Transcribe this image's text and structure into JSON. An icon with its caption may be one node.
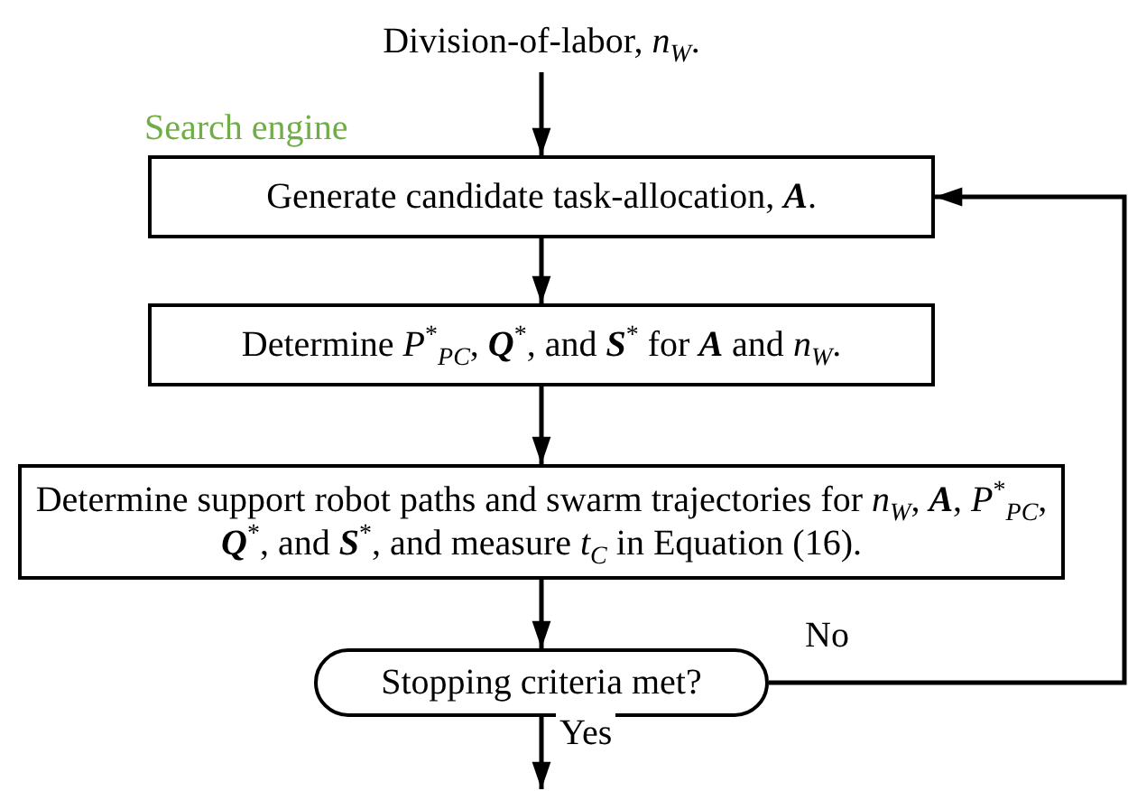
{
  "diagram": {
    "nodes": [
      {
        "text": [
          "Division-of-labor, *n*$_{W}$."
        ]
      },
      {
        "text": [
          "Generate candidate task-allocation, **A**."
        ]
      },
      {
        "text": [
          "Determine *P*$^{*}$$_{PC}$, **Q**$^{*}$, and **S**$^{*}$ for **A** and *n*$_{W}$."
        ]
      },
      {
        "text": [
          "Determine support robot paths and swarm trajectories for *n*$_{W}$, **A**, *P*$^{*}$$_{PC}$, **Q**$^{*}$, and **S**$^{*}$, and measure *t*$_{C}$ in Equation (16)."
        ]
      },
      {
        "text": [
          "Stopping criteria met?"
        ]
      }
    ],
    "edges": [
      {
        "from": 0,
        "to": 1,
        "arrow": "to"
      },
      {
        "from": 1,
        "to": 2,
        "arrow": "to"
      },
      {
        "from": 2,
        "to": 3,
        "arrow": "to"
      },
      {
        "from": 3,
        "to": 4,
        "arrow": "to"
      },
      {
        "from": 4,
        "to": 1,
        "arrow": "to",
        "label": "No"
      },
      {
        "from": 4,
        "to": null,
        "arrow": "to",
        "label": "Yes"
      }
    ],
    "labels": [
      "Search engine"
    ]
  }
}
